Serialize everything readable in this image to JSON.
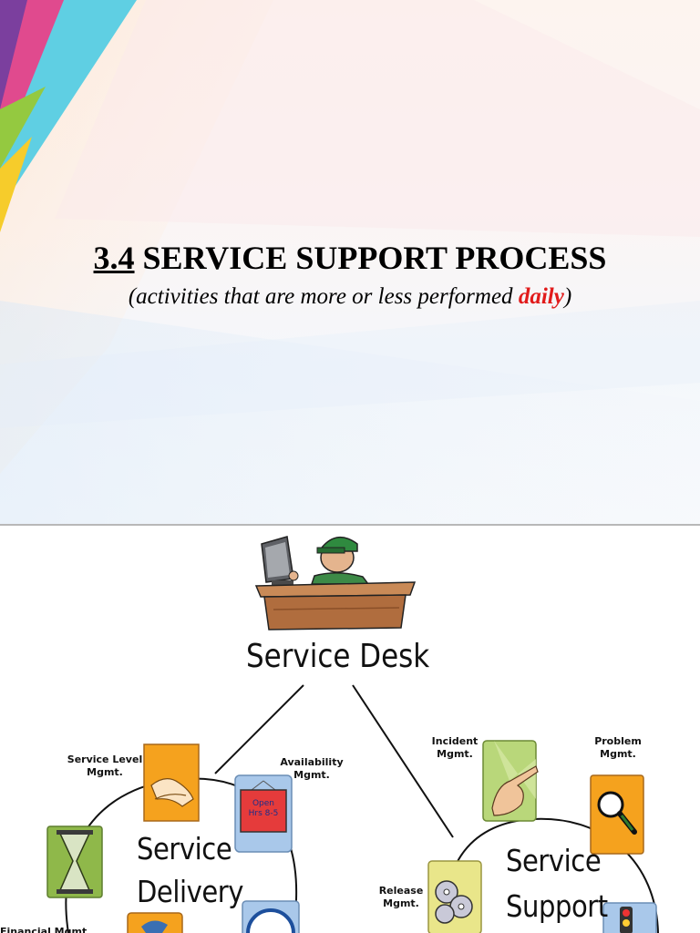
{
  "slide1": {
    "title_number": "3.4",
    "title_text": "SERVICE SUPPORT PROCESS",
    "subtitle_open": "(activities that are more or less performed ",
    "subtitle_emphasis": "daily",
    "subtitle_close": ")"
  },
  "slide2": {
    "service_desk": "Service Desk",
    "service_delivery_line1": "Service",
    "service_delivery_line2": "Delivery",
    "service_support_line1": "Service",
    "service_support_line2": "Support",
    "service_level": "Service Level\nMgmt.",
    "availability": "Availability\nMgmt.",
    "incident": "Incident\nMgmt.",
    "problem": "Problem\nMgmt.",
    "release": "Release\nMgmt.",
    "financial": "Financial Mgmt",
    "sign_text": "Open\nHrs 8-5"
  },
  "colors": {
    "accent_red": "#e11b1b",
    "icon_orange": "#f5a21e",
    "icon_green": "#8fb84a",
    "icon_blue": "#a9c8ea"
  }
}
